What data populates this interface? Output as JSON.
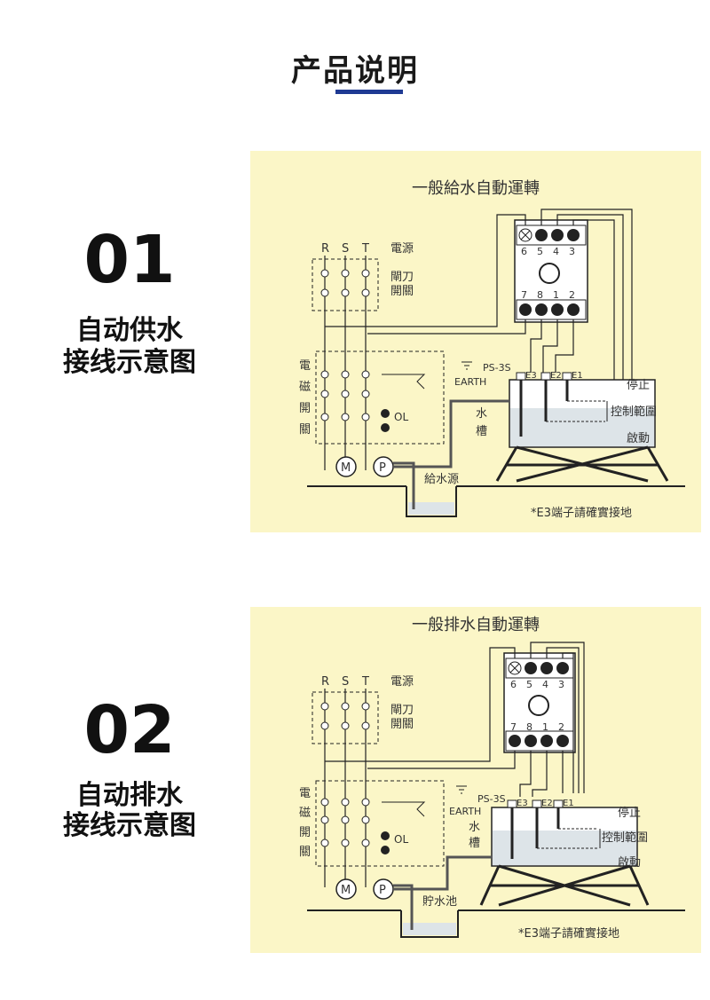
{
  "header": {
    "title": "产品说明"
  },
  "sections": [
    {
      "number": "01",
      "caption_line1": "自动供水",
      "caption_line2": "接线示意图",
      "diagram": {
        "title": "一般給水自動運轉",
        "phases": [
          "R",
          "S",
          "T"
        ],
        "power_label": "電源",
        "knife_switch_label_1": "閘刀",
        "knife_switch_label_2": "開關",
        "contactor_label": [
          "電",
          "磁",
          "開",
          "關"
        ],
        "overload_label": "OL",
        "relay_top_terminals": [
          "6",
          "5",
          "4",
          "3"
        ],
        "relay_bottom_terminals": [
          "7",
          "8",
          "1",
          "2"
        ],
        "model_label": "PS-3S",
        "earth_label": "EARTH",
        "electrodes": [
          "E3",
          "E2",
          "E1"
        ],
        "tank_label": [
          "水",
          "槽"
        ],
        "stop_label": "停止",
        "range_label": "控制範圍",
        "start_label": "啟動",
        "motor_label": "M",
        "pump_label": "P",
        "source_label": "給水源",
        "note": "*E3端子請確實接地"
      }
    },
    {
      "number": "02",
      "caption_line1": "自动排水",
      "caption_line2": "接线示意图",
      "diagram": {
        "title": "一般排水自動運轉",
        "phases": [
          "R",
          "S",
          "T"
        ],
        "power_label": "電源",
        "knife_switch_label_1": "閘刀",
        "knife_switch_label_2": "開關",
        "contactor_label": [
          "電",
          "磁",
          "開",
          "關"
        ],
        "overload_label": "OL",
        "relay_top_terminals": [
          "6",
          "5",
          "4",
          "3"
        ],
        "relay_bottom_terminals": [
          "7",
          "8",
          "1",
          "2"
        ],
        "model_label": "PS-3S",
        "earth_label": "EARTH",
        "electrodes": [
          "E3",
          "E2",
          "E1"
        ],
        "tank_label": [
          "水",
          "槽"
        ],
        "stop_label": "停止",
        "range_label": "控制範圍",
        "start_label": "啟動",
        "motor_label": "M",
        "pump_label": "P",
        "source_label": "貯水池",
        "note": "*E3端子請確實接地"
      }
    }
  ]
}
